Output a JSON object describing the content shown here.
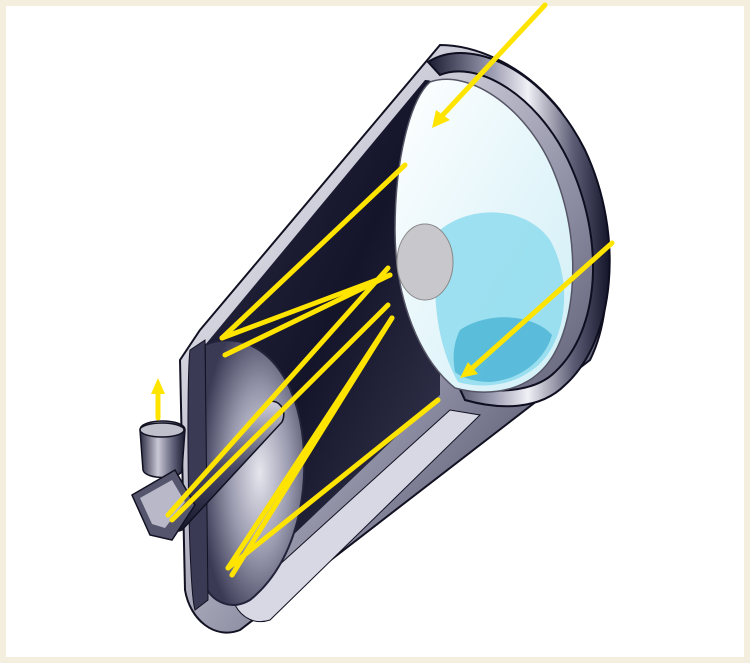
{
  "diagram": {
    "subject": "telescope-cutaway",
    "colors": {
      "page_border": "#f3eedd",
      "background": "#ffffff",
      "light_ray": "#ffe400",
      "tube_dark": "#15152a",
      "tube_mid": "#6a6a80",
      "tube_light": "#d8d8e4",
      "corrector_glass": "#7fd3e8",
      "mirror_gray": "#c8c8cc"
    },
    "parts": [
      "corrector-plate",
      "secondary-mirror",
      "primary-mirror",
      "baffle-tube",
      "eyepiece",
      "light-rays"
    ]
  }
}
